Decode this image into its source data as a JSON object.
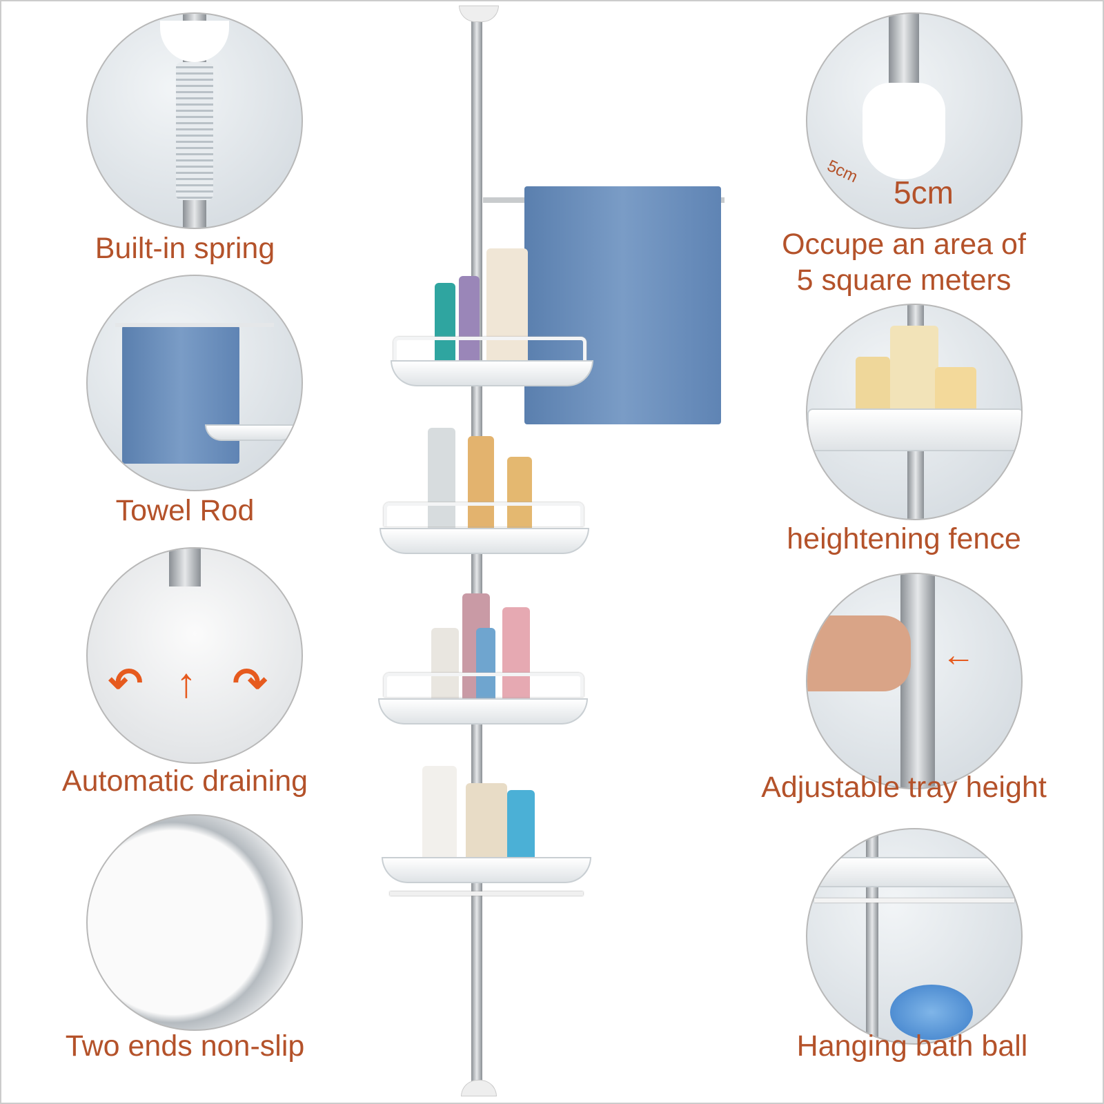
{
  "features_left": [
    {
      "label": "Built-in spring"
    },
    {
      "label": "Towel Rod"
    },
    {
      "label": "Automatic draining"
    },
    {
      "label": "Two ends non-slip"
    }
  ],
  "features_right": [
    {
      "label_line1": "Occupe an area of",
      "label_line2": "5 square meters",
      "annotation": "5cm",
      "annotation_small": "5cm"
    },
    {
      "label": "heightening fence"
    },
    {
      "label": "Adjustable tray height"
    },
    {
      "label": "Hanging bath ball"
    }
  ],
  "colors": {
    "label_text": "#b4522a",
    "arrow": "#e65a1e",
    "towel": "#6b8fbd"
  }
}
